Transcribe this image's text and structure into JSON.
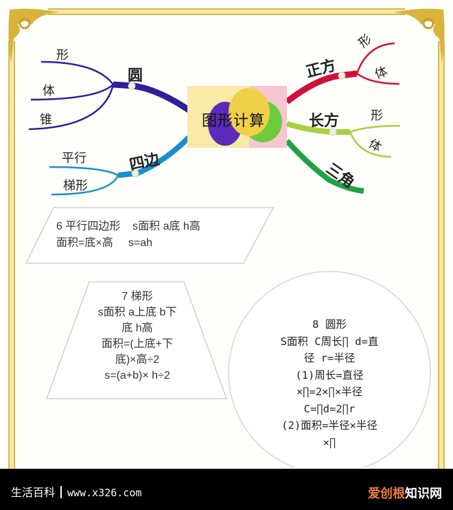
{
  "mindmap": {
    "center": "图形计算",
    "branches": {
      "circle": {
        "label": "圆",
        "color": "#2e1f9a",
        "children": [
          "形",
          "体",
          "锥"
        ]
      },
      "quad": {
        "label": "四边",
        "color": "#1a8fcc",
        "children": [
          "平行",
          "梯形"
        ]
      },
      "square": {
        "label": "正方",
        "color": "#d0103c",
        "children": [
          "形",
          "体"
        ]
      },
      "rect": {
        "label": "长方",
        "color": "#a8d040",
        "children": [
          "形",
          "体"
        ]
      },
      "triangle": {
        "label": "三角",
        "color": "#21a146"
      }
    }
  },
  "parallelogram": {
    "line1": "6 平行四边形    s面积 a底 h高",
    "line2": "面积=底×高     s=ah"
  },
  "trapezoid": {
    "lines": [
      "7 梯形",
      "s面积 a上底 b下",
      "底 h高",
      "面积=(上底+下",
      "底)×高÷2",
      "s=(a+b)× h÷2"
    ]
  },
  "circle_shape": {
    "lines": [
      "8 圆形",
      "S面积 C周长∏ d=直",
      "径 r=半径",
      "(1)周长=直径",
      "×∏=2×∏×半径",
      "C=∏d=2∏r",
      "(2)面积=半径×半径",
      "×∏"
    ]
  },
  "footer": {
    "site_name": "生活百科",
    "url": "www.x326.com",
    "brand_part1": "爱创根",
    "brand_part2": "知识网"
  },
  "colors": {
    "border_gold": "#d8b84a",
    "footer_bg": "#000000"
  }
}
